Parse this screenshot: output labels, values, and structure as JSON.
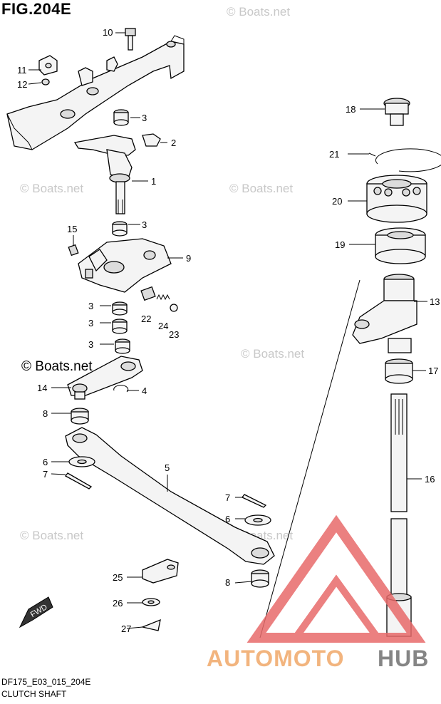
{
  "figure": {
    "title": "FIG.204E",
    "code": "DF175_E03_015_204E",
    "name": "CLUTCH SHAFT"
  },
  "watermarks": [
    "© Boats.net",
    "© Boats.net",
    "© Boats.net",
    "© Boats.net",
    "© Boats.net",
    "© Boats.net",
    "© Boats.net"
  ],
  "logo": {
    "text_part1": "AUTOMOTO",
    "text_part2": "HUB",
    "color_part1": "#f0a868",
    "color_part2": "#707070",
    "triangle_color": "#e86a6a"
  },
  "fwd_label": "FWD",
  "callouts": [
    {
      "id": "10",
      "label": "10"
    },
    {
      "id": "11",
      "label": "11"
    },
    {
      "id": "12",
      "label": "12"
    },
    {
      "id": "3a",
      "label": "3"
    },
    {
      "id": "2",
      "label": "2"
    },
    {
      "id": "1",
      "label": "1"
    },
    {
      "id": "3b",
      "label": "3"
    },
    {
      "id": "15",
      "label": "15"
    },
    {
      "id": "9",
      "label": "9"
    },
    {
      "id": "3c",
      "label": "3"
    },
    {
      "id": "3d",
      "label": "3"
    },
    {
      "id": "22",
      "label": "22"
    },
    {
      "id": "24",
      "label": "24"
    },
    {
      "id": "23",
      "label": "23"
    },
    {
      "id": "3e",
      "label": "3"
    },
    {
      "id": "14",
      "label": "14"
    },
    {
      "id": "4",
      "label": "4"
    },
    {
      "id": "8a",
      "label": "8"
    },
    {
      "id": "6a",
      "label": "6"
    },
    {
      "id": "7a",
      "label": "7"
    },
    {
      "id": "5",
      "label": "5"
    },
    {
      "id": "7b",
      "label": "7"
    },
    {
      "id": "6b",
      "label": "6"
    },
    {
      "id": "25",
      "label": "25"
    },
    {
      "id": "8b",
      "label": "8"
    },
    {
      "id": "26",
      "label": "26"
    },
    {
      "id": "27",
      "label": "27"
    },
    {
      "id": "18",
      "label": "18"
    },
    {
      "id": "21",
      "label": "21"
    },
    {
      "id": "20",
      "label": "20"
    },
    {
      "id": "19",
      "label": "19"
    },
    {
      "id": "13",
      "label": "13"
    },
    {
      "id": "17",
      "label": "17"
    },
    {
      "id": "16",
      "label": "16"
    }
  ]
}
